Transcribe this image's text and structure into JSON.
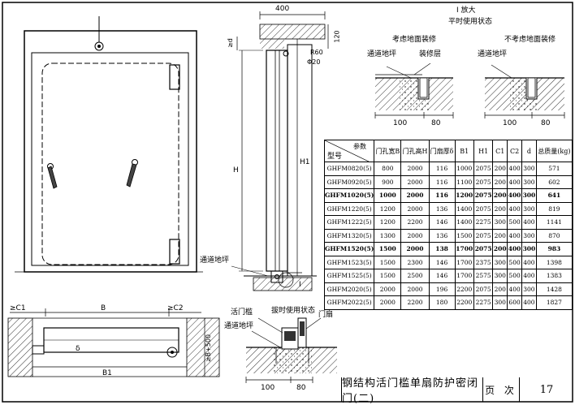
{
  "title_block": {
    "title": "钢结构活门槛单扇防护密闭门(二)",
    "page_label": "页 次",
    "page_number": "17"
  },
  "dims": {
    "top_400": "400",
    "top_120": "120",
    "r60": "R60",
    "phi20": "Φ20",
    "ge_d": "≥d",
    "h": "H",
    "h1": "H1",
    "b": "B",
    "b1": "B1",
    "delta": "δ",
    "ge_c1": "≥C1",
    "ge_c2": "≥C2",
    "ge_b500": "≥B+500",
    "sec_i": "I",
    "d100a": "100",
    "d80a": "80",
    "d100b": "100",
    "d80b": "80",
    "d100c": "100",
    "d80c": "80"
  },
  "labels": {
    "detail_title": "I 放大",
    "detail_sub": "平时使用状态",
    "consider_floor": "考虑地面装修",
    "finish_layer": "装修层",
    "no_floor": "不考虑地面装修",
    "channel_floor_1": "通道地坪",
    "channel_floor_2": "通道地坪",
    "channel_floor_3": "通道地坪",
    "channel_floor_4": "通道地坪",
    "live_sill": "活门槛",
    "removed_state": "拔时使用状态",
    "door_leaf": "门扇"
  },
  "table": {
    "header_param": "参数",
    "header_model": "型号",
    "columns": [
      "门孔宽B",
      "门孔高H",
      "门扇厚δ",
      "B1",
      "H1",
      "C1",
      "C2",
      "d",
      "总质量(kg)"
    ],
    "rows": [
      {
        "model": "GHFM0820(5)",
        "v": [
          "800",
          "2000",
          "116",
          "1000",
          "2075",
          "200",
          "400",
          "300",
          "571"
        ],
        "bold": false
      },
      {
        "model": "GHFM0920(5)",
        "v": [
          "900",
          "2000",
          "116",
          "1100",
          "2075",
          "200",
          "400",
          "300",
          "602"
        ],
        "bold": false
      },
      {
        "model": "GHFM1020(5)",
        "v": [
          "1000",
          "2000",
          "116",
          "1200",
          "2075",
          "200",
          "400",
          "300",
          "641"
        ],
        "bold": true
      },
      {
        "model": "GHFM1220(5)",
        "v": [
          "1200",
          "2000",
          "136",
          "1400",
          "2075",
          "200",
          "400",
          "300",
          "819"
        ],
        "bold": false
      },
      {
        "model": "GHFM1222(5)",
        "v": [
          "1200",
          "2200",
          "146",
          "1400",
          "2275",
          "300",
          "500",
          "400",
          "1141"
        ],
        "bold": false
      },
      {
        "model": "GHFM1320(5)",
        "v": [
          "1300",
          "2000",
          "136",
          "1500",
          "2075",
          "200",
          "400",
          "300",
          "870"
        ],
        "bold": false
      },
      {
        "model": "GHFM1520(5)",
        "v": [
          "1500",
          "2000",
          "138",
          "1700",
          "2075",
          "200",
          "400",
          "300",
          "983"
        ],
        "bold": true
      },
      {
        "model": "GHFM1523(5)",
        "v": [
          "1500",
          "2300",
          "146",
          "1700",
          "2375",
          "300",
          "500",
          "400",
          "1398"
        ],
        "bold": false
      },
      {
        "model": "GHFM1525(5)",
        "v": [
          "1500",
          "2500",
          "146",
          "1700",
          "2575",
          "300",
          "500",
          "400",
          "1383"
        ],
        "bold": false
      },
      {
        "model": "GHFM2020(5)",
        "v": [
          "2000",
          "2000",
          "196",
          "2200",
          "2075",
          "200",
          "400",
          "300",
          "1428"
        ],
        "bold": false
      },
      {
        "model": "GHFM2022(5)",
        "v": [
          "2000",
          "2200",
          "180",
          "2200",
          "2275",
          "300",
          "600",
          "400",
          "1827"
        ],
        "bold": false
      }
    ]
  }
}
